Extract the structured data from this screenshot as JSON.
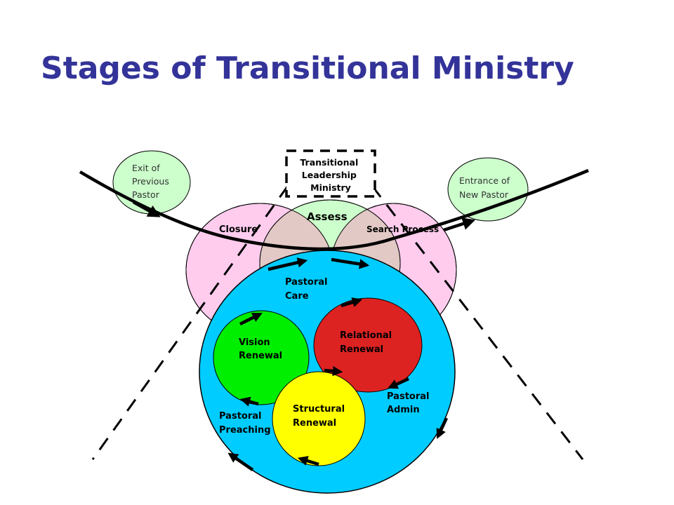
{
  "title": "Stages of Transitional Ministry",
  "colors": {
    "title": "#333399",
    "closure": "#ffccee",
    "assess": "#ccffcc",
    "search": "#ffccee",
    "overlap": "#e2c9c6",
    "main_circle": "#00ccff",
    "vision": "#00ee00",
    "relational": "#dd2222",
    "structural": "#ffff00",
    "exit_entrance": "#ccffcc"
  },
  "labels": {
    "exit": [
      "Exit of",
      "Previous",
      "Pastor"
    ],
    "entrance": [
      "Entrance of",
      "New Pastor"
    ],
    "tlm": [
      "Transitional",
      "Leadership",
      "Ministry"
    ],
    "closure": "Closure",
    "assess": "Assess",
    "search": "Search Process",
    "pastoral_care": [
      "Pastoral",
      "Care"
    ],
    "vision": [
      "Vision",
      "Renewal"
    ],
    "relational": [
      "Relational",
      "Renewal"
    ],
    "structural": [
      "Structural",
      "Renewal"
    ],
    "pastoral_admin": [
      "Pastoral",
      "Admin"
    ],
    "pastoral_preaching": [
      "Pastoral",
      "Preaching"
    ]
  }
}
